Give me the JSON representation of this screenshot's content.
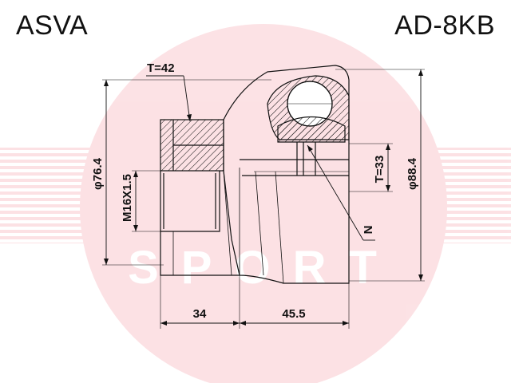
{
  "header": {
    "brand": "ASVA",
    "part_number": "AD-8KB"
  },
  "watermark": {
    "text_top": "ASVA",
    "text_bottom": "SPORT",
    "color": "#e8102a"
  },
  "dimensions": {
    "thread_length": "T=42",
    "flange_diameter": "φ76.4",
    "thread_spec": "M16X1.5",
    "spline_count": "T=33",
    "outer_diameter": "φ88.4",
    "abs_mark": "N",
    "shaft_length": "34",
    "body_length": "45.5"
  },
  "colors": {
    "line": "#111111",
    "hatch": "#111111"
  }
}
